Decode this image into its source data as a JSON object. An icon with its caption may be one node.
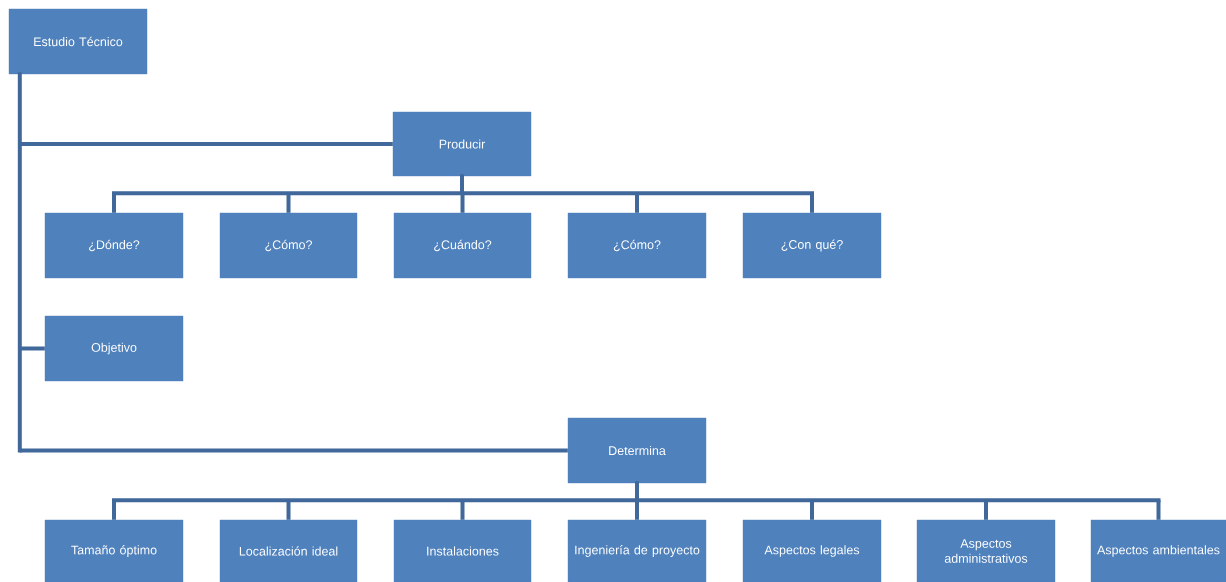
{
  "diagram": {
    "nodes": [
      {
        "text": [
          "Estudio Técnico"
        ]
      },
      {
        "text": [
          "Producir"
        ]
      },
      {
        "text": [
          "¿Dónde?"
        ]
      },
      {
        "text": [
          "¿Cómo?"
        ]
      },
      {
        "text": [
          "¿Cuándo?"
        ]
      },
      {
        "text": [
          "¿Cómo?"
        ]
      },
      {
        "text": [
          "¿Con qué?"
        ]
      },
      {
        "text": [
          "Objetivo"
        ]
      },
      {
        "text": [
          "Determina"
        ]
      },
      {
        "text": [
          "Tamaño óptimo"
        ]
      },
      {
        "text": [
          "Localización ideal"
        ]
      },
      {
        "text": [
          "Instalaciones"
        ]
      },
      {
        "text": [
          "Ingeniería de proyecto"
        ]
      },
      {
        "text": [
          "Aspectos legales"
        ]
      },
      {
        "text": [
          "Aspectos administrativos"
        ]
      },
      {
        "text": [
          "Aspectos ambientales"
        ]
      }
    ],
    "edges": [
      {
        "from": 0,
        "to": 1,
        "arrow": "none"
      },
      {
        "from": 0,
        "to": 7,
        "arrow": "none"
      },
      {
        "from": 0,
        "to": 8,
        "arrow": "none"
      },
      {
        "from": 1,
        "to": 2,
        "arrow": "none"
      },
      {
        "from": 1,
        "to": 3,
        "arrow": "none"
      },
      {
        "from": 1,
        "to": 4,
        "arrow": "none"
      },
      {
        "from": 1,
        "to": 5,
        "arrow": "none"
      },
      {
        "from": 1,
        "to": 6,
        "arrow": "none"
      },
      {
        "from": 8,
        "to": 9,
        "arrow": "none"
      },
      {
        "from": 8,
        "to": 10,
        "arrow": "none"
      },
      {
        "from": 8,
        "to": 11,
        "arrow": "none"
      },
      {
        "from": 8,
        "to": 12,
        "arrow": "none"
      },
      {
        "from": 8,
        "to": 13,
        "arrow": "none"
      },
      {
        "from": 8,
        "to": 14,
        "arrow": "none"
      },
      {
        "from": 8,
        "to": 15,
        "arrow": "none"
      }
    ]
  }
}
